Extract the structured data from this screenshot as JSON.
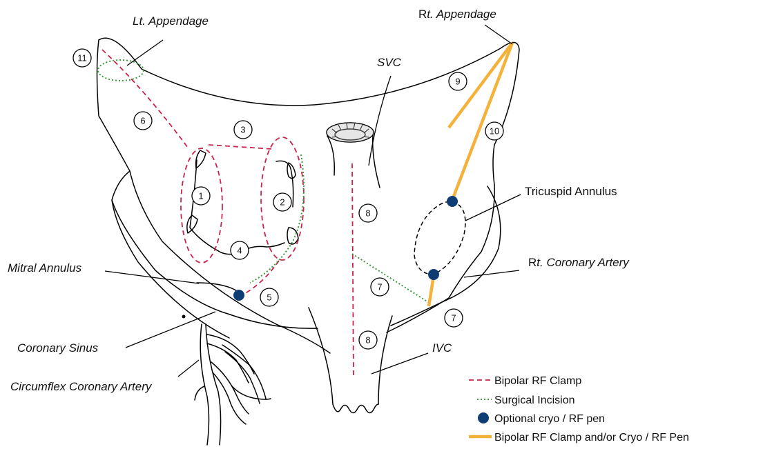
{
  "colors": {
    "bipolar_rf_clamp": "#c8234a",
    "surgical_incision": "#3a9a3a",
    "cryo_dot": "#0d3d73",
    "rf_pen_line": "#f5b23a"
  },
  "labels": {
    "lt_appendage": "Lt. Appendage",
    "rt_appendage_prefix": "R",
    "rt_appendage_rest": "t. Appendage",
    "svc": "SVC",
    "ivc": "IVC",
    "tricuspid_annulus": "Tricuspid Annulus",
    "rt_coronary_prefix": "R",
    "rt_coronary_rest": "t. Coronary Artery",
    "mitral_annulus": "Mitral Annulus",
    "coronary_sinus": "Coronary Sinus",
    "circumflex": "Circumflex Coronary Artery"
  },
  "lesion_numbers": [
    "11",
    "6",
    "3",
    "1",
    "2",
    "4",
    "5",
    "8",
    "8",
    "7",
    "7",
    "9",
    "10"
  ],
  "legend": [
    {
      "label": "Bipolar RF Clamp",
      "icon": "red-dash-line"
    },
    {
      "label": "Surgical Incision",
      "icon": "green-dotted-line"
    },
    {
      "label": "Optional cryo / RF pen",
      "icon": "blue-dot"
    },
    {
      "label": "Bipolar RF Clamp and/or Cryo / RF Pen",
      "icon": "orange-solid-line"
    }
  ]
}
